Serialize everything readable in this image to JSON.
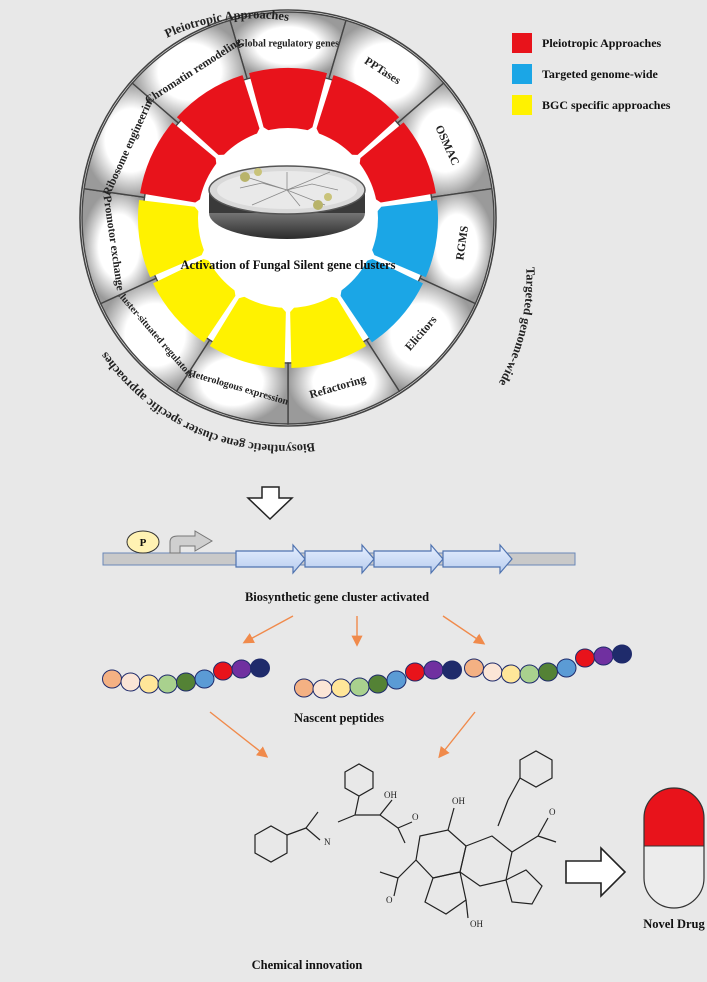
{
  "outer_labels": {
    "top": "Pleiotropic Approaches",
    "right": "Targeted genome-wide",
    "bottom": "Biosynthetic gene cluster specific approaches"
  },
  "segments": [
    {
      "label": "Global regulatory genes",
      "group": "pleiotropic"
    },
    {
      "label": "PPTases",
      "group": "pleiotropic"
    },
    {
      "label": "OSMAC",
      "group": "pleiotropic"
    },
    {
      "label": "RGMS",
      "group": "targeted"
    },
    {
      "label": "Elicitors",
      "group": "targeted"
    },
    {
      "label": "Refactoring",
      "group": "bgc"
    },
    {
      "label": "Heterologous expression",
      "group": "bgc"
    },
    {
      "label": "Cluster-situated regulators",
      "group": "bgc"
    },
    {
      "label": "Promotor exchange",
      "group": "bgc"
    },
    {
      "label": "Ribosome engineering",
      "group": "pleiotropic"
    },
    {
      "label": "Chromatin remodeling",
      "group": "pleiotropic"
    }
  ],
  "center_label": "Activation of Fungal Silent gene clusters",
  "legend": [
    {
      "key": "pleiotropic",
      "label": "Pleiotropic Approaches",
      "color": "#e8131b"
    },
    {
      "key": "targeted",
      "label": "Targeted genome-wide",
      "color": "#1ba6e6"
    },
    {
      "key": "bgc",
      "label": "BGC specific approaches",
      "color": "#fff200"
    }
  ],
  "promoter_label": "P",
  "cluster_label": "Biosynthetic gene cluster activated",
  "peptides_label": "Nascent peptides",
  "chemical_label": "Chemical innovation",
  "drug_label": "Novel Drug",
  "colors": {
    "pleiotropic": "#e8131b",
    "targeted": "#1ba6e6",
    "bgc": "#fff200",
    "capsule_top": "#e8131b",
    "capsule_bottom": "#ececec",
    "arrow_orange": "#f08a4b"
  },
  "bead_colors": [
    "#f4b183",
    "#fbe5d6",
    "#ffe699",
    "#a9d18e",
    "#548235",
    "#5b9bd5",
    "#e8131b",
    "#7030a0",
    "#1f2b6b"
  ]
}
